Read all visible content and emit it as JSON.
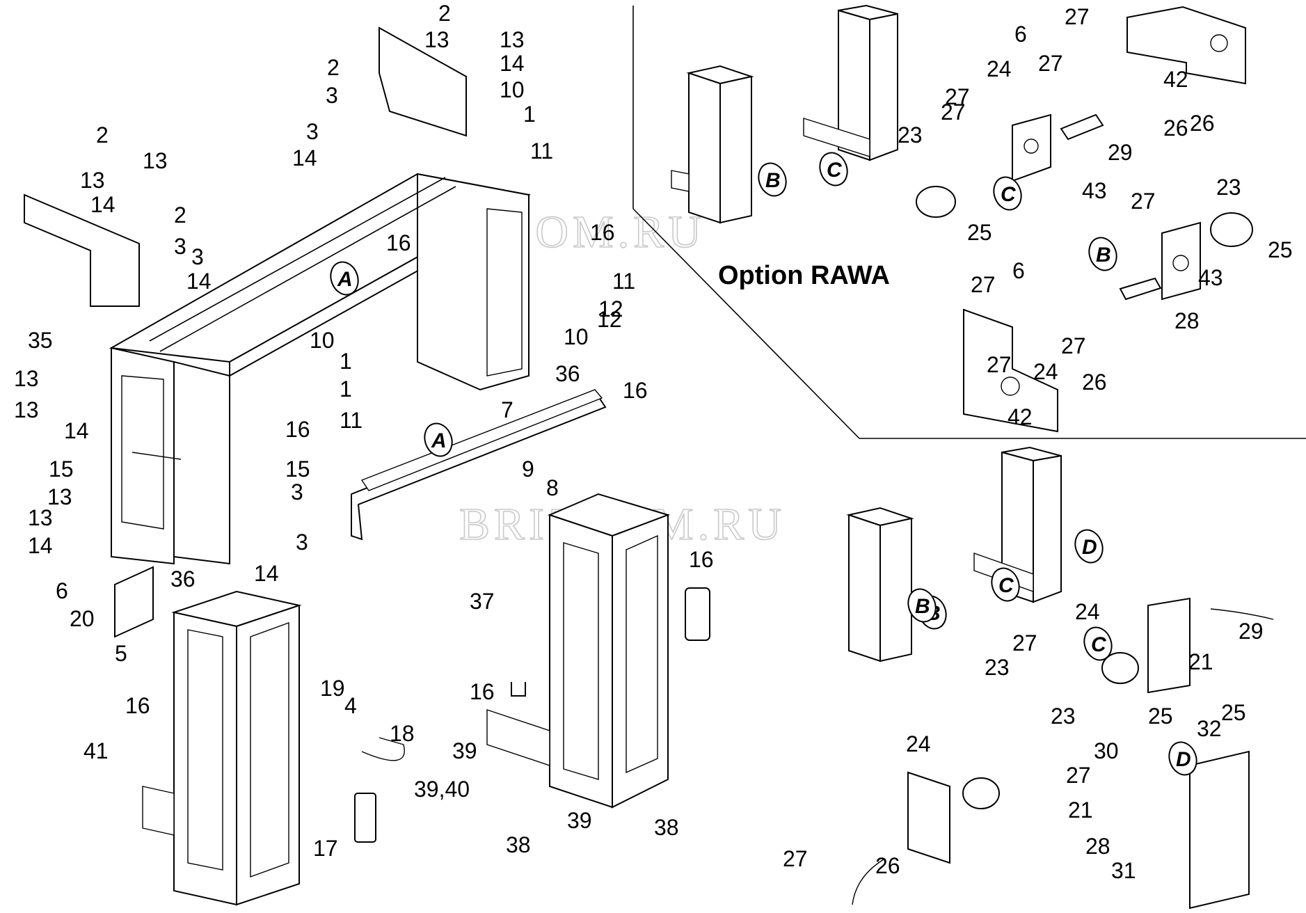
{
  "title": "Option RAWA",
  "watermarks": [
    "BRIZCOM.RU",
    "BRIZCOM.RU"
  ],
  "detail_markers": [
    "A",
    "A",
    "B",
    "C",
    "C",
    "B",
    "B",
    "C",
    "D",
    "C",
    "B",
    "D"
  ],
  "labels": [
    "2",
    "13",
    "13",
    "14",
    "2",
    "3",
    "3",
    "14",
    "10",
    "1",
    "11",
    "2",
    "13",
    "13",
    "14",
    "2",
    "3",
    "3",
    "14",
    "16",
    "16",
    "11",
    "12",
    "12",
    "10",
    "10",
    "1",
    "1",
    "11",
    "36",
    "16",
    "7",
    "9",
    "8",
    "35",
    "13",
    "13",
    "14",
    "16",
    "15",
    "13",
    "13",
    "14",
    "15",
    "3",
    "3",
    "14",
    "36",
    "6",
    "20",
    "5",
    "16",
    "37",
    "16",
    "39",
    "39,40",
    "38",
    "39",
    "38",
    "19",
    "4",
    "18",
    "16",
    "41",
    "17",
    "27",
    "6",
    "27",
    "24",
    "27",
    "27",
    "23",
    "43",
    "26",
    "29",
    "25",
    "23",
    "27",
    "25",
    "27",
    "6",
    "43",
    "28",
    "27",
    "24",
    "27",
    "26",
    "42",
    "42",
    "26",
    "24",
    "29",
    "27",
    "21",
    "23",
    "25",
    "23",
    "24",
    "27",
    "25",
    "21",
    "28",
    "26",
    "31",
    "27",
    "30",
    "32"
  ]
}
